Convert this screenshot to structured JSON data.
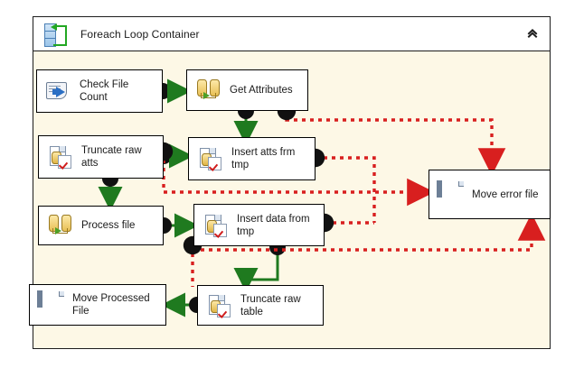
{
  "container": {
    "title": "Foreach Loop Container",
    "icon": "foreach-loop-icon",
    "collapse_glyph": "«",
    "body_color": "#fdf8e6",
    "header_color": "#ffffff",
    "border_color": "#1d1d1d"
  },
  "colors": {
    "success_connector": "#1f7a1f",
    "failure_connector": "#d81f1f",
    "task_border": "#000000",
    "task_fill": "#ffffff",
    "canvas": "#ffffff"
  },
  "tasks": [
    {
      "id": "check-file-count",
      "label": "Check File\nCount",
      "icon": "script-task-icon",
      "type": "Script Task"
    },
    {
      "id": "get-attributes",
      "label": "Get Attributes",
      "icon": "data-flow-task-icon",
      "type": "Data Flow Task"
    },
    {
      "id": "truncate-raw-atts",
      "label": "Truncate raw\natts",
      "icon": "execute-sql-task-icon",
      "type": "Execute SQL Task"
    },
    {
      "id": "insert-atts-frm-tmp",
      "label": "Insert atts frm\ntmp",
      "icon": "execute-sql-task-icon",
      "type": "Execute SQL Task"
    },
    {
      "id": "process-file",
      "label": "Process file",
      "icon": "data-flow-task-icon",
      "type": "Data Flow Task"
    },
    {
      "id": "insert-data-from-tmp",
      "label": "Insert data from\ntmp",
      "icon": "execute-sql-task-icon",
      "type": "Execute SQL Task"
    },
    {
      "id": "move-error-file",
      "label": "Move error file",
      "icon": "file-system-task-icon",
      "type": "File System Task"
    },
    {
      "id": "move-processed-file",
      "label": "Move Processed\nFile",
      "icon": "file-system-task-icon",
      "type": "File System Task"
    },
    {
      "id": "truncate-raw-table",
      "label": "Truncate raw\ntable",
      "icon": "execute-sql-task-icon",
      "type": "Execute SQL Task"
    }
  ],
  "connectors": [
    {
      "from": "check-file-count",
      "to": "get-attributes",
      "kind": "success"
    },
    {
      "from": "get-attributes",
      "to": "insert-atts-frm-tmp",
      "kind": "success"
    },
    {
      "from": "get-attributes",
      "to": "move-error-file",
      "kind": "failure"
    },
    {
      "from": "truncate-raw-atts",
      "to": "insert-atts-frm-tmp",
      "kind": "success"
    },
    {
      "from": "truncate-raw-atts",
      "to": "move-error-file",
      "kind": "failure"
    },
    {
      "from": "insert-atts-frm-tmp",
      "to": "move-error-file",
      "kind": "failure"
    },
    {
      "from": "process-file",
      "to": "insert-data-from-tmp",
      "kind": "success"
    },
    {
      "from": "insert-atts-frm-tmp",
      "to": "process-file",
      "kind": "success"
    },
    {
      "from": "insert-data-from-tmp",
      "to": "move-error-file",
      "kind": "failure"
    },
    {
      "from": "insert-data-from-tmp",
      "to": "truncate-raw-table",
      "kind": "success"
    },
    {
      "from": "truncate-raw-table",
      "to": "move-processed-file",
      "kind": "success"
    }
  ]
}
